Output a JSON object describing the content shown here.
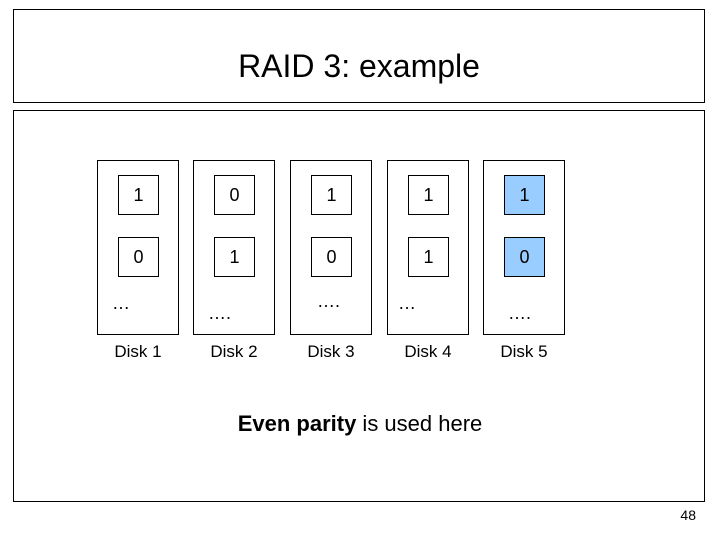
{
  "slide": {
    "title": "RAID 3: example",
    "caption_bold": "Even parity",
    "caption_rest": " is used here",
    "page_number": "48"
  },
  "disks": [
    {
      "label": "Disk 1",
      "bits": [
        "1",
        "0"
      ],
      "dots": "…",
      "parity": false
    },
    {
      "label": "Disk 2",
      "bits": [
        "0",
        "1"
      ],
      "dots": "….",
      "parity": false
    },
    {
      "label": "Disk 3",
      "bits": [
        "1",
        "0"
      ],
      "dots": "….",
      "parity": false
    },
    {
      "label": "Disk 4",
      "bits": [
        "1",
        "1"
      ],
      "dots": "…",
      "parity": false
    },
    {
      "label": "Disk 5",
      "bits": [
        "1",
        "0"
      ],
      "dots": "….",
      "parity": true
    }
  ],
  "colors": {
    "parity_fill": "#99ccff"
  }
}
